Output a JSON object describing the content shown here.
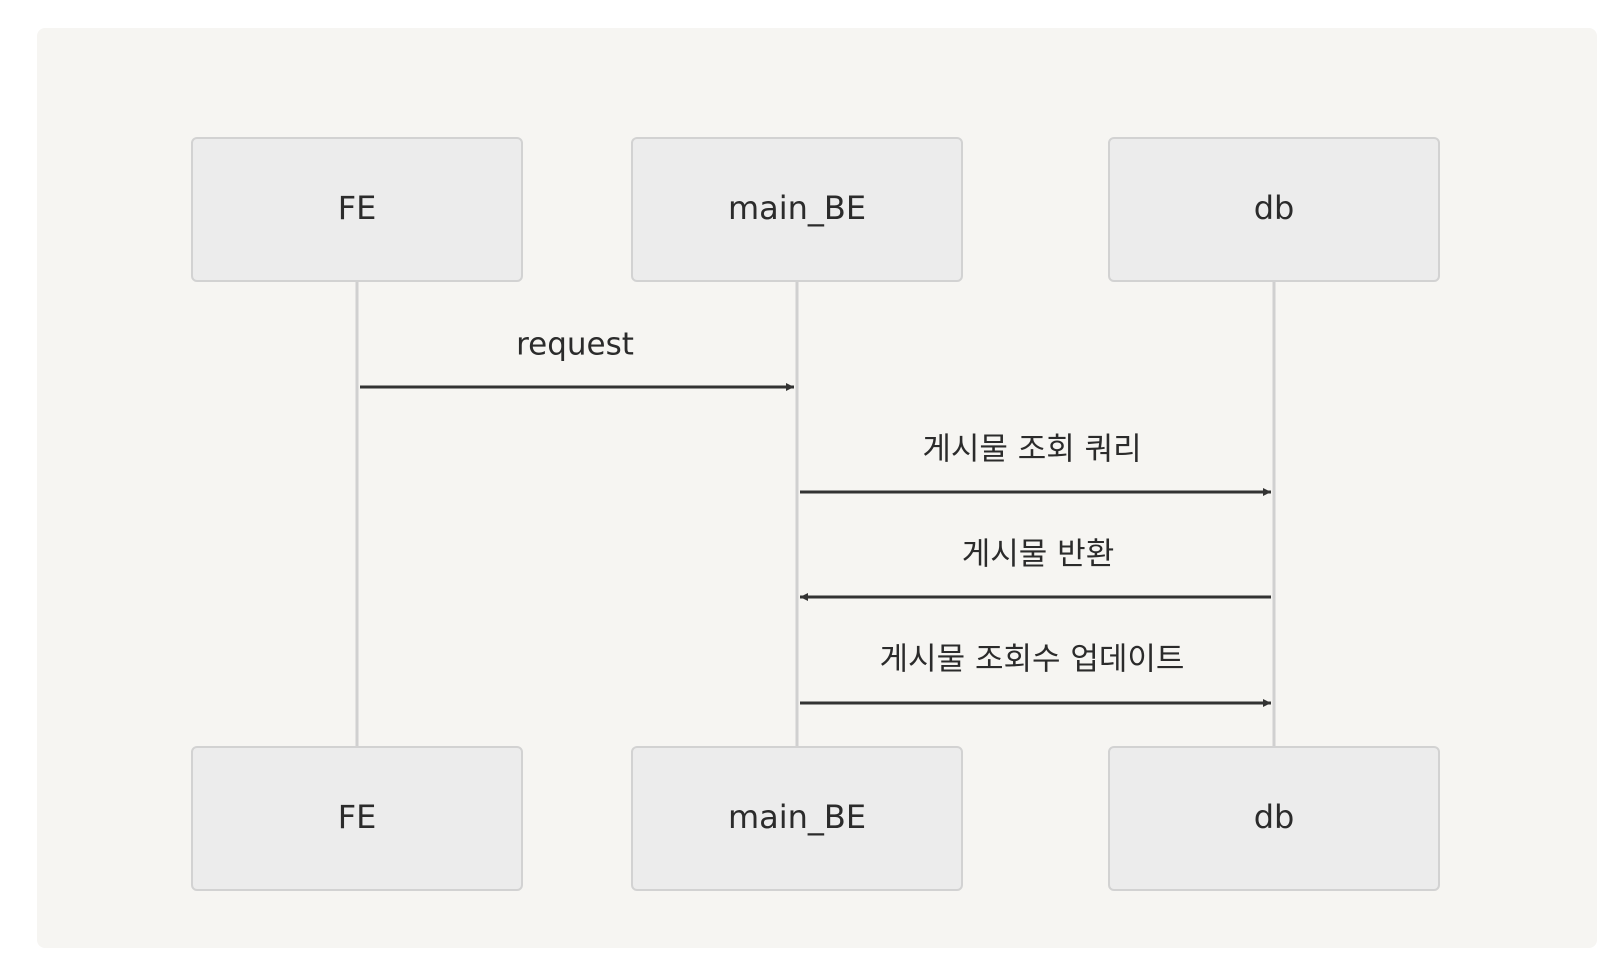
{
  "diagram": {
    "type": "sequence",
    "participants": [
      {
        "id": "fe",
        "label": "FE"
      },
      {
        "id": "main_be",
        "label": "main_BE"
      },
      {
        "id": "db",
        "label": "db"
      }
    ],
    "messages": [
      {
        "from": "fe",
        "to": "main_be",
        "label": "request"
      },
      {
        "from": "main_be",
        "to": "db",
        "label": "게시물 조회 쿼리"
      },
      {
        "from": "db",
        "to": "main_be",
        "label": "게시물 반환"
      },
      {
        "from": "main_be",
        "to": "db",
        "label": "게시물 조회수 업데이트"
      }
    ]
  }
}
